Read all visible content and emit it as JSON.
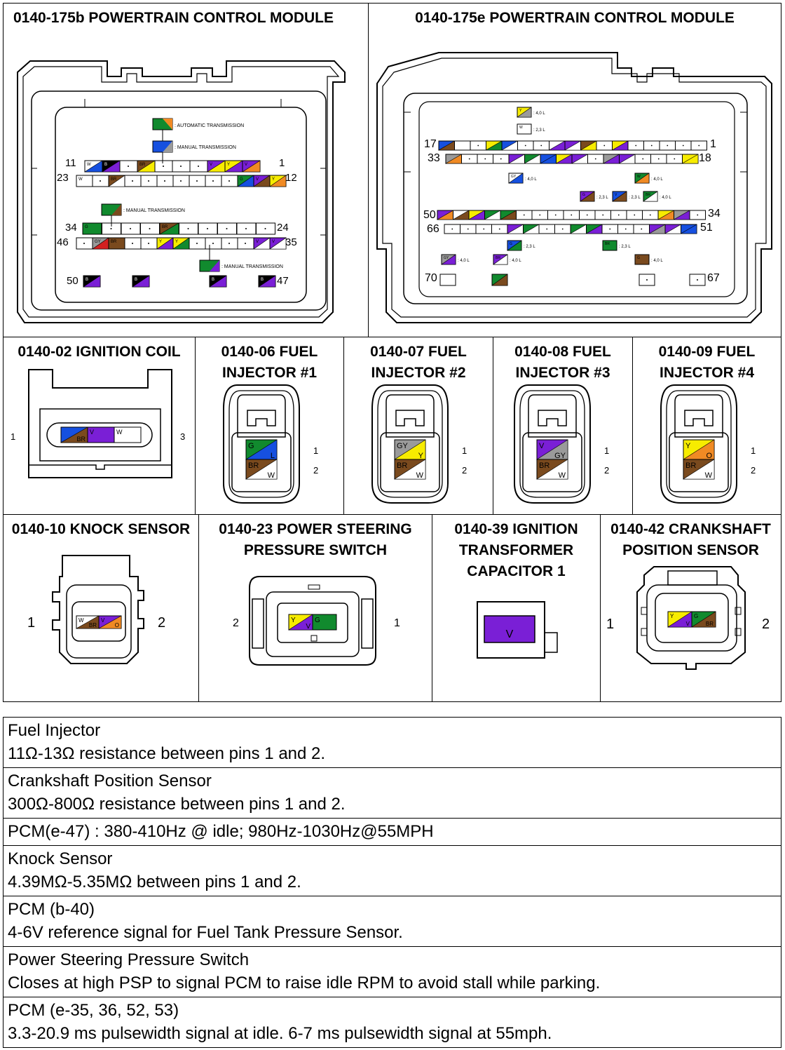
{
  "pcm_b": {
    "title": "0140-175b POWERTRAIN CONTROL MODULE",
    "callouts": [
      ": AUTOMATIC TRANSMISSION",
      ": MANUAL TRANSMISSION",
      ": MANUAL TRANSMISSION",
      ": MANUAL TRANSMISSION"
    ],
    "pin_labels": [
      "11",
      "1",
      "23",
      "12",
      "34",
      "24",
      "46",
      "35",
      "50",
      "47"
    ],
    "row1_wires": [
      "W",
      "B",
      "",
      "BR",
      "",
      "",
      "",
      "V",
      "Y",
      "V"
    ],
    "row2_wires": [
      "W",
      "",
      "BR",
      "",
      "",
      "",
      "",
      "",
      "",
      "",
      "G",
      "V",
      "Y"
    ],
    "row3_wires": [
      "G",
      "",
      "",
      "",
      "BR",
      "",
      "",
      "",
      "",
      ""
    ],
    "row4_wires": [
      "",
      "GY",
      "BR",
      "",
      "",
      "Y",
      "Y",
      "",
      "",
      "",
      "",
      "V",
      "V"
    ],
    "bottom_wires": [
      "B",
      "B",
      "B",
      "B"
    ]
  },
  "pcm_e": {
    "title": "0140-175e POWERTRAIN CONTROL MODULE",
    "callouts": [
      ": 4,0 L",
      ": 2,3 L",
      ": 4,0 L",
      ": 4,0 L",
      ": 2,3 L",
      ": 2,3 L",
      ": 4,0 L",
      ": 2,3 L",
      ": 2,3 L",
      ": 4,0 L",
      ": 4,0 L",
      ": 4,0 L"
    ],
    "pin_labels": [
      "17",
      "1",
      "33",
      "18",
      "50",
      "34",
      "66",
      "51",
      "70",
      "67"
    ],
    "wire_tags": [
      "Y",
      "W",
      "GY",
      "W",
      "G",
      "V",
      "BR",
      "G",
      "BR",
      "G",
      "GY",
      "BR"
    ]
  },
  "ignition_coil": {
    "title": "0140-02 IGNITION COIL",
    "pins": [
      "1",
      "3"
    ],
    "wires": [
      "BR",
      "V",
      "W"
    ]
  },
  "injectors": [
    {
      "title": "0140-06 FUEL\nINJECTOR #1",
      "pins": [
        "1",
        "2"
      ],
      "top_wire": [
        "G",
        "L"
      ],
      "bottom_wire": [
        "BR",
        "W"
      ]
    },
    {
      "title": "0140-07 FUEL\nINJECTOR #2",
      "pins": [
        "1",
        "2"
      ],
      "top_wire": [
        "GY",
        "Y"
      ],
      "bottom_wire": [
        "BR",
        "W"
      ]
    },
    {
      "title": "0140-08 FUEL\nINJECTOR #3",
      "pins": [
        "1",
        "2"
      ],
      "top_wire": [
        "V",
        "GY"
      ],
      "bottom_wire": [
        "BR",
        "W"
      ]
    },
    {
      "title": "0140-09 FUEL\nINJECTOR #4",
      "pins": [
        "1",
        "2"
      ],
      "top_wire": [
        "Y",
        "O"
      ],
      "bottom_wire": [
        "BR",
        "W"
      ]
    }
  ],
  "knock_sensor": {
    "title": "0140-10 KNOCK SENSOR",
    "pins": [
      "1",
      "2"
    ],
    "wires": [
      "W",
      "BR",
      "V",
      "O"
    ]
  },
  "ps_switch": {
    "title": "0140-23 POWER STEERING\nPRESSURE SWITCH",
    "pins": [
      "2",
      "1"
    ],
    "wires": [
      "Y",
      "V",
      "G"
    ]
  },
  "ign_capacitor": {
    "title": "0140-39 IGNITION\nTRANSFORMER\nCAPACITOR 1",
    "wire": "V"
  },
  "ckp_sensor": {
    "title": "0140-42 CRANKSHAFT\nPOSITION SENSOR",
    "pins": [
      "1",
      "2"
    ],
    "wires": [
      "Y",
      "V",
      "G",
      "BR"
    ]
  },
  "notes": [
    {
      "head": "Fuel Injector",
      "body": "11Ω-13Ω resistance between pins 1 and 2."
    },
    {
      "head": "Crankshaft Position Sensor",
      "body": "300Ω-800Ω resistance between pins 1 and 2."
    },
    {
      "head": "PCM(e-47) : 380-410Hz @ idle; 980Hz-1030Hz@55MPH",
      "body": ""
    },
    {
      "head": "Knock Sensor",
      "body": "4.39MΩ-5.35MΩ between pins 1 and 2."
    },
    {
      "head": "PCM (b-40)",
      "body": "4-6V reference signal for Fuel Tank Pressure Sensor."
    },
    {
      "head": "Power Steering Pressure Switch",
      "body": "Closes at high PSP to signal PCM to raise idle RPM to avoid stall while parking."
    },
    {
      "head": "PCM (e-35, 36, 52, 53)",
      "body": "3.3-20.9 ms pulsewidth signal at idle. 6-7 ms pulsewidth signal at 55mph."
    }
  ],
  "wire_colors": {
    "W": "#ffffff",
    "B": "#000000",
    "G": "#118a2e",
    "V": "#7a1fd6",
    "Y": "#f7ec00",
    "O": "#f08a24",
    "BR": "#7a4a1e",
    "GY": "#9a9a9a",
    "L": "#1650e0",
    "R": "#d42020"
  }
}
